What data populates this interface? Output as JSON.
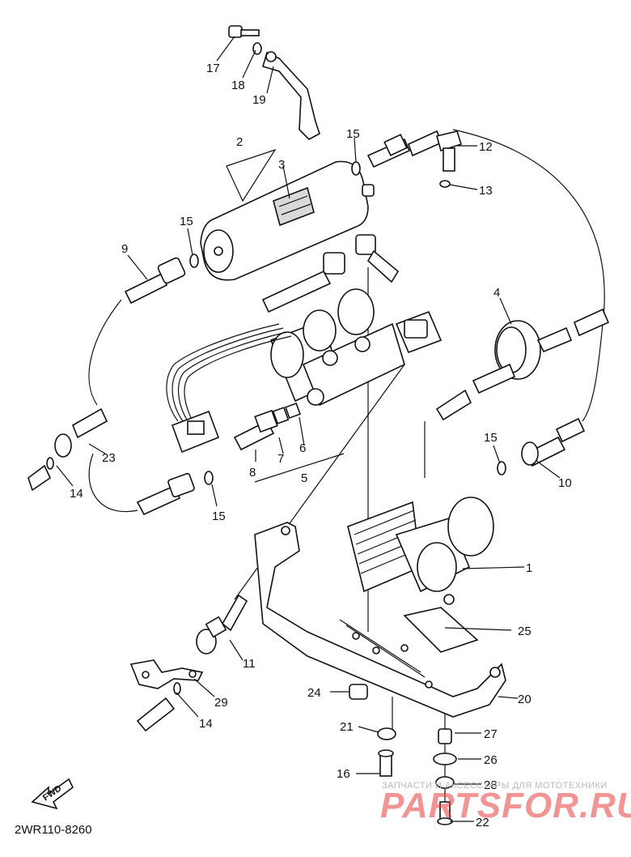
{
  "diagram_code": "2WR110-8260",
  "direction_label": "FWD",
  "watermark": {
    "tagline": "ЗАПЧАСТИ И АКСЕССУАРЫ ДЛЯ МОТОТЕХНИКИ",
    "logo": "PARTSFOR.RU"
  },
  "callouts": [
    "1",
    "2",
    "3",
    "4",
    "5",
    "6",
    "7",
    "8",
    "9",
    "10",
    "11",
    "12",
    "13",
    "14",
    "14",
    "15",
    "15",
    "15",
    "15",
    "16",
    "17",
    "18",
    "19",
    "20",
    "21",
    "22",
    "23",
    "24",
    "25",
    "26",
    "27",
    "28",
    "29"
  ]
}
